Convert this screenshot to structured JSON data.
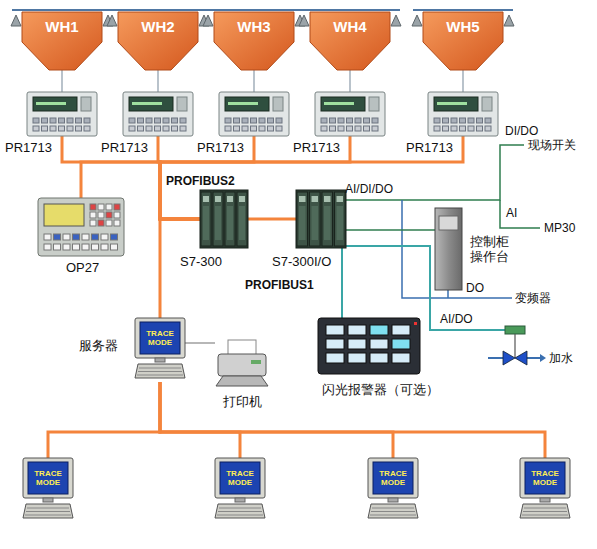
{
  "diagram": {
    "nodes": [
      {
        "text": [
          "WH1"
        ]
      },
      {
        "text": [
          "WH2"
        ]
      },
      {
        "text": [
          "WH3"
        ]
      },
      {
        "text": [
          "WH4"
        ]
      },
      {
        "text": [
          "WH5"
        ]
      },
      {
        "text": [
          "PR1713"
        ]
      },
      {
        "text": [
          "PR1713"
        ]
      },
      {
        "text": [
          "PR1713"
        ]
      },
      {
        "text": [
          "PR1713"
        ]
      },
      {
        "text": [
          "PR1713"
        ]
      },
      {
        "text": [
          "OP27"
        ]
      },
      {
        "text": [
          "S7-300"
        ]
      },
      {
        "text": [
          "S7-300I/O"
        ]
      },
      {
        "text": [
          "控制柜 操作台"
        ]
      },
      {
        "text": [
          "闪光报警器（可选）"
        ]
      },
      {
        "text": [
          "服务器",
          "TRACE MODE"
        ]
      },
      {
        "text": [
          "打印机"
        ]
      },
      {
        "text": [
          "TRACE MODE"
        ]
      },
      {
        "text": [
          "TRACE MODE"
        ]
      },
      {
        "text": [
          "TRACE MODE"
        ]
      },
      {
        "text": [
          "TRACE MODE"
        ]
      }
    ],
    "edges": [
      {
        "from": 0,
        "to": 5,
        "arrow": "none"
      },
      {
        "from": 1,
        "to": 6,
        "arrow": "none"
      },
      {
        "from": 2,
        "to": 7,
        "arrow": "none"
      },
      {
        "from": 3,
        "to": 8,
        "arrow": "none"
      },
      {
        "from": 4,
        "to": 9,
        "arrow": "none"
      },
      {
        "from": 5,
        "to": 11,
        "arrow": "none"
      },
      {
        "from": 6,
        "to": 11,
        "arrow": "none"
      },
      {
        "from": 7,
        "to": 11,
        "arrow": "none"
      },
      {
        "from": 8,
        "to": 11,
        "arrow": "none"
      },
      {
        "from": 9,
        "to": 11,
        "arrow": "none"
      },
      {
        "from": 10,
        "to": 11,
        "arrow": "none"
      },
      {
        "from": 11,
        "to": 12,
        "arrow": "none"
      },
      {
        "from": 11,
        "to": 15,
        "arrow": "none"
      },
      {
        "from": 15,
        "to": 16,
        "arrow": "none"
      },
      {
        "from": 15,
        "to": 17,
        "arrow": "none"
      },
      {
        "from": 15,
        "to": 18,
        "arrow": "none"
      },
      {
        "from": 15,
        "to": 19,
        "arrow": "none"
      },
      {
        "from": 15,
        "to": 20,
        "arrow": "none"
      },
      {
        "from": 12,
        "to": 13,
        "arrow": "none"
      },
      {
        "from": 12,
        "to": 14,
        "arrow": "none"
      }
    ],
    "labels": [
      "PROFIBUS2",
      "PROFIBUS1",
      "AI/DI/DO",
      "DI/DO",
      "现场开关",
      "AI",
      "MP30",
      "DO",
      "变频器",
      "AI/DO",
      "加水"
    ]
  }
}
